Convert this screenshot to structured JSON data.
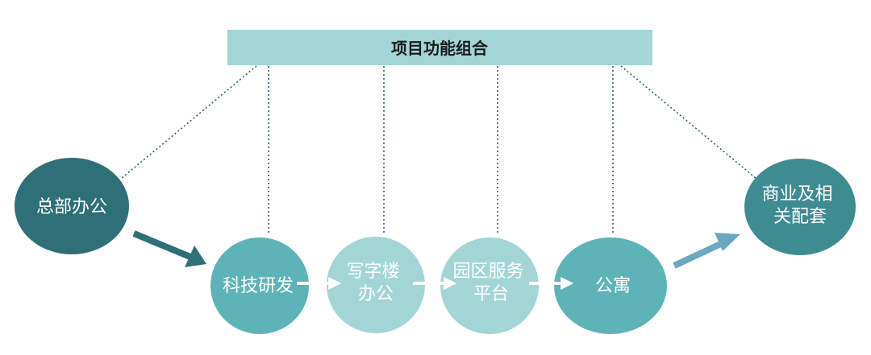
{
  "title": "项目功能组合",
  "nodes": {
    "hq": [
      "总部办公"
    ],
    "rd": [
      "科技研发"
    ],
    "office": [
      "写字楼",
      "办公"
    ],
    "park": [
      "园区服务",
      "平台"
    ],
    "apartment": [
      "公寓"
    ],
    "commercial": [
      "商业及相",
      "关配套"
    ]
  },
  "colors": {
    "title_bar": "#a3d5d6",
    "dark_teal": "#2f6f78",
    "mid_teal": "#5db3b8",
    "light_teal": "#a3d5d6",
    "commercial_teal": "#3f8b92",
    "connector": "#2c5f68",
    "arrow_right": "#6aa8bf"
  }
}
